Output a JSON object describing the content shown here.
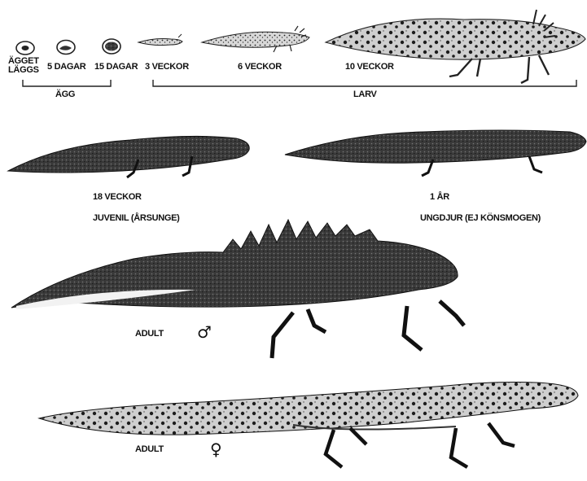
{
  "stages": {
    "egg_laid_line1": "ÄGGET",
    "egg_laid_line2": "LÄGGS",
    "egg_5_days": "5 DAGAR",
    "egg_15_days": "15 DAGAR",
    "larva_3_weeks": "3 VECKOR",
    "larva_6_weeks": "6 VECKOR",
    "larva_10_weeks": "10 VECKOR"
  },
  "groups": {
    "egg": "ÄGG",
    "larva": "LARV"
  },
  "juvenile": {
    "age": "18 VECKOR",
    "label": "JUVENIL (ÅRSUNGE)"
  },
  "subadult": {
    "age": "1 ÅR",
    "label": "UNGDJUR (EJ KÖNSMOGEN)"
  },
  "adult_male": {
    "label": "ADULT",
    "symbol": "♂"
  },
  "adult_female": {
    "label": "ADULT",
    "symbol": "♀"
  },
  "icons": [
    "egg-icon",
    "larva-icon",
    "newt-juvenile-icon",
    "newt-subadult-icon",
    "newt-male-icon",
    "newt-female-icon"
  ]
}
